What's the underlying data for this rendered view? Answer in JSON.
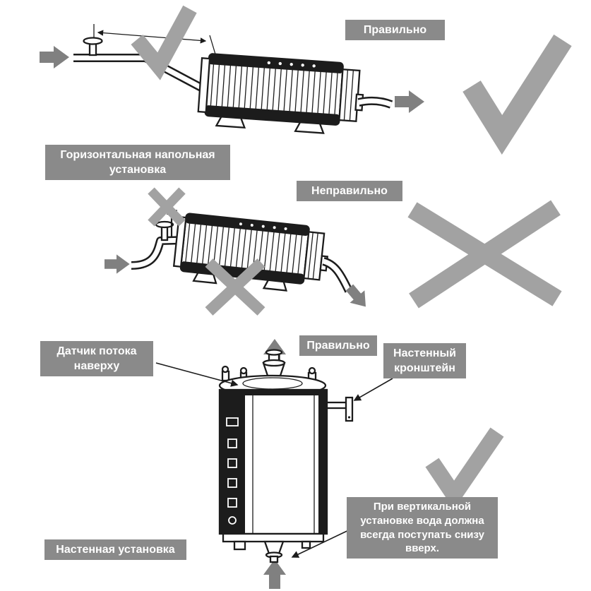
{
  "colors": {
    "background": "#ffffff",
    "label_bg": "#8a8a8a",
    "label_text": "#ffffff",
    "mark": "#a2a2a2",
    "arrow": "#808080",
    "line": "#1c1c1c"
  },
  "labels": {
    "correct_top": "Правильно",
    "horizontal_caption": "Горизонтальная напольная установка",
    "incorrect": "Неправильно",
    "correct_vertical": "Правильно",
    "flow_sensor": "Датчик потока наверху",
    "wall_bracket": "Настенный кронштейн",
    "vertical_note": "При вертикальной установке вода должна всегда поступать снизу вверх.",
    "wall_caption": "Настенная установка"
  },
  "icons": {
    "check": "check-icon",
    "cross": "cross-icon",
    "flow_arrow": "flow-arrow-icon",
    "dimension_arrow": "dimension-arrow-icon"
  }
}
